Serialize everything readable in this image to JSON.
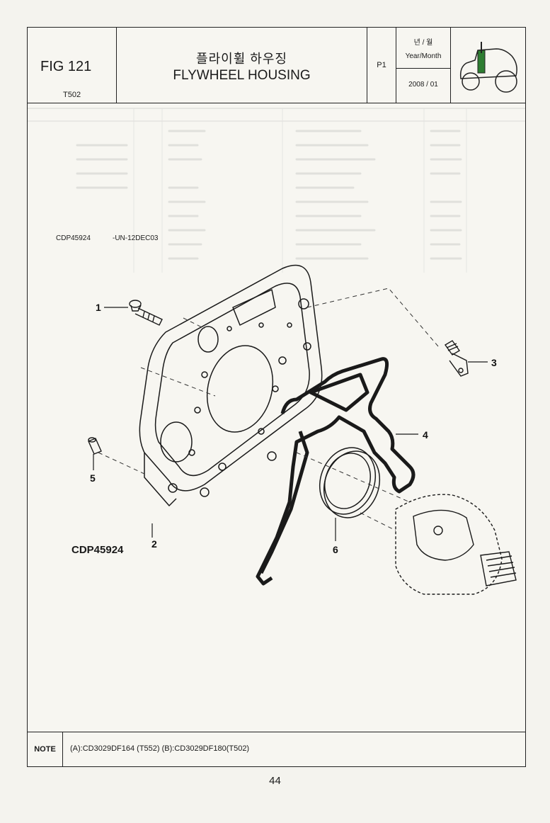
{
  "header": {
    "fig_number": "FIG 121",
    "model_code": "T502",
    "title_korean": "플라이휠 하우징",
    "title_english": "FLYWHEEL HOUSING",
    "page_code": "P1",
    "date_label_korean": "년 / 월",
    "date_label_english": "Year/Month",
    "date_value": "2008 / 01",
    "icon": "tractor-icon"
  },
  "drawing": {
    "ref_code": "CDP45924",
    "ref_date": "-UN-12DEC03",
    "label": "CDP45924",
    "callouts": [
      "1",
      "2",
      "3",
      "4",
      "5",
      "6"
    ]
  },
  "note": {
    "label": "NOTE",
    "text": "(A):CD3029DF164 (T552)  (B):CD3029DF180(T502)"
  },
  "page_number": "44",
  "colors": {
    "ink": "#1a1a1a",
    "paper": "#f4f3ee",
    "highlight": "#2e7d32"
  }
}
